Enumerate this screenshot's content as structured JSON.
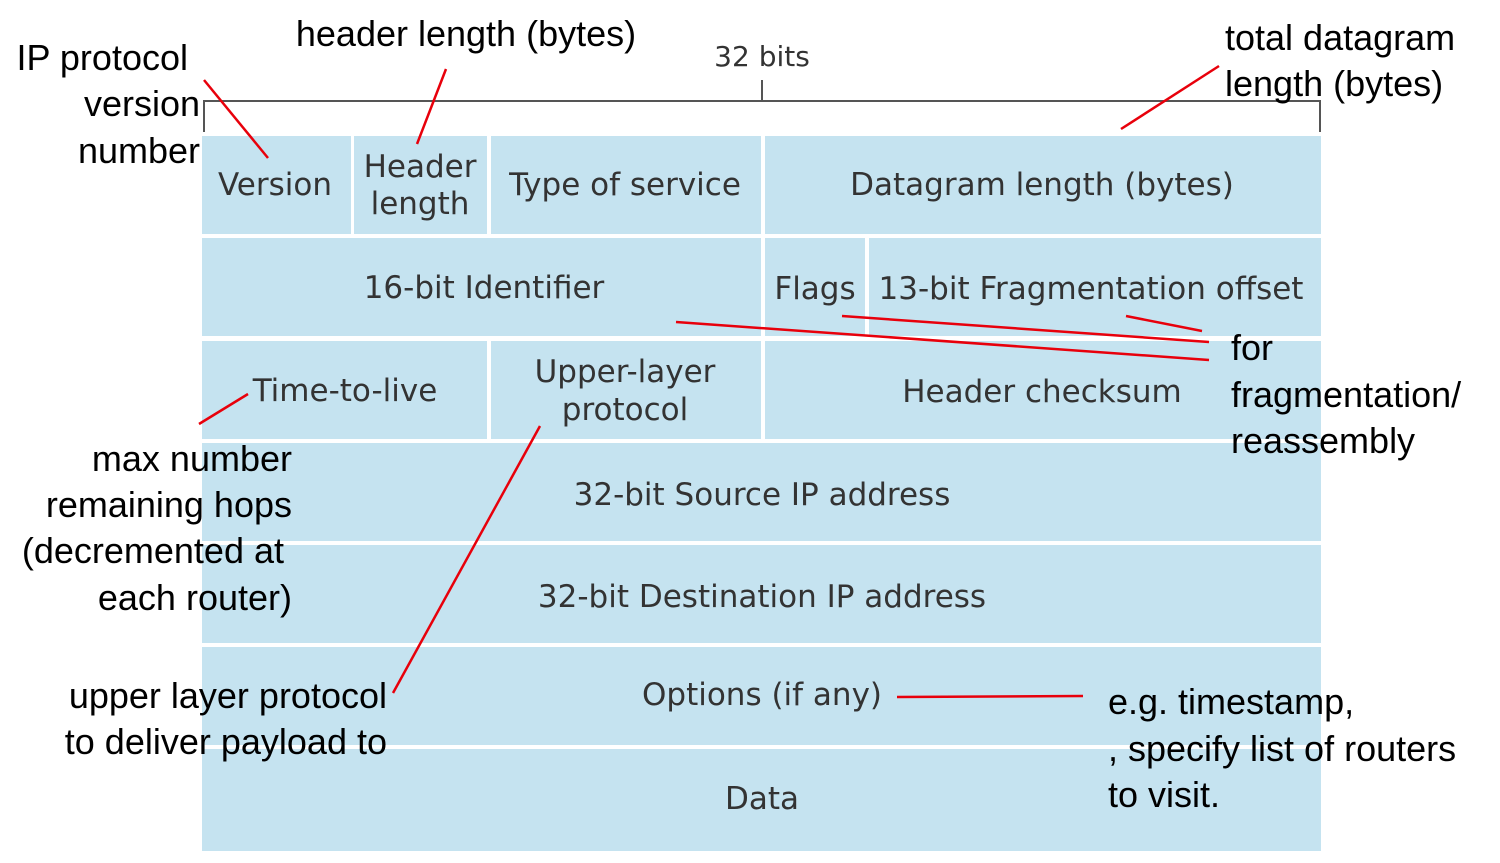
{
  "header": {
    "width_label": "32 bits"
  },
  "fields": {
    "version": "Version",
    "header_length": [
      "Header",
      "length"
    ],
    "type_of_service": "Type of service",
    "datagram_length": "Datagram length (bytes)",
    "identifier": "16-bit Identifier",
    "flags": "Flags",
    "fragmentation_offset": "13-bit Fragmentation offset",
    "time_to_live": "Time-to-live",
    "upper_layer_protocol": [
      "Upper-layer",
      "protocol"
    ],
    "header_checksum": "Header checksum",
    "source_ip": "32-bit Source IP address",
    "destination_ip": "32-bit Destination IP address",
    "options": "Options (if any)",
    "data": "Data"
  },
  "annotations": {
    "ip_version": [
      "IP protocol",
      "version",
      "number"
    ],
    "header_length": "header length (bytes)",
    "total_length": [
      "total datagram",
      "length (bytes)"
    ],
    "fragmentation": [
      "for",
      "fragmentation/",
      "reassembly"
    ],
    "max_hops": [
      "max number",
      "remaining hops",
      "(decremented at",
      "each router)"
    ],
    "upper_layer": [
      "upper layer protocol",
      "to deliver payload to"
    ],
    "options_example": [
      "e.g. timestamp,",
      ", specify list of routers",
      "to visit."
    ]
  },
  "colors": {
    "field_fill": "#c5e3f0",
    "pointer_line": "#e8000b",
    "field_text": "#333333"
  }
}
